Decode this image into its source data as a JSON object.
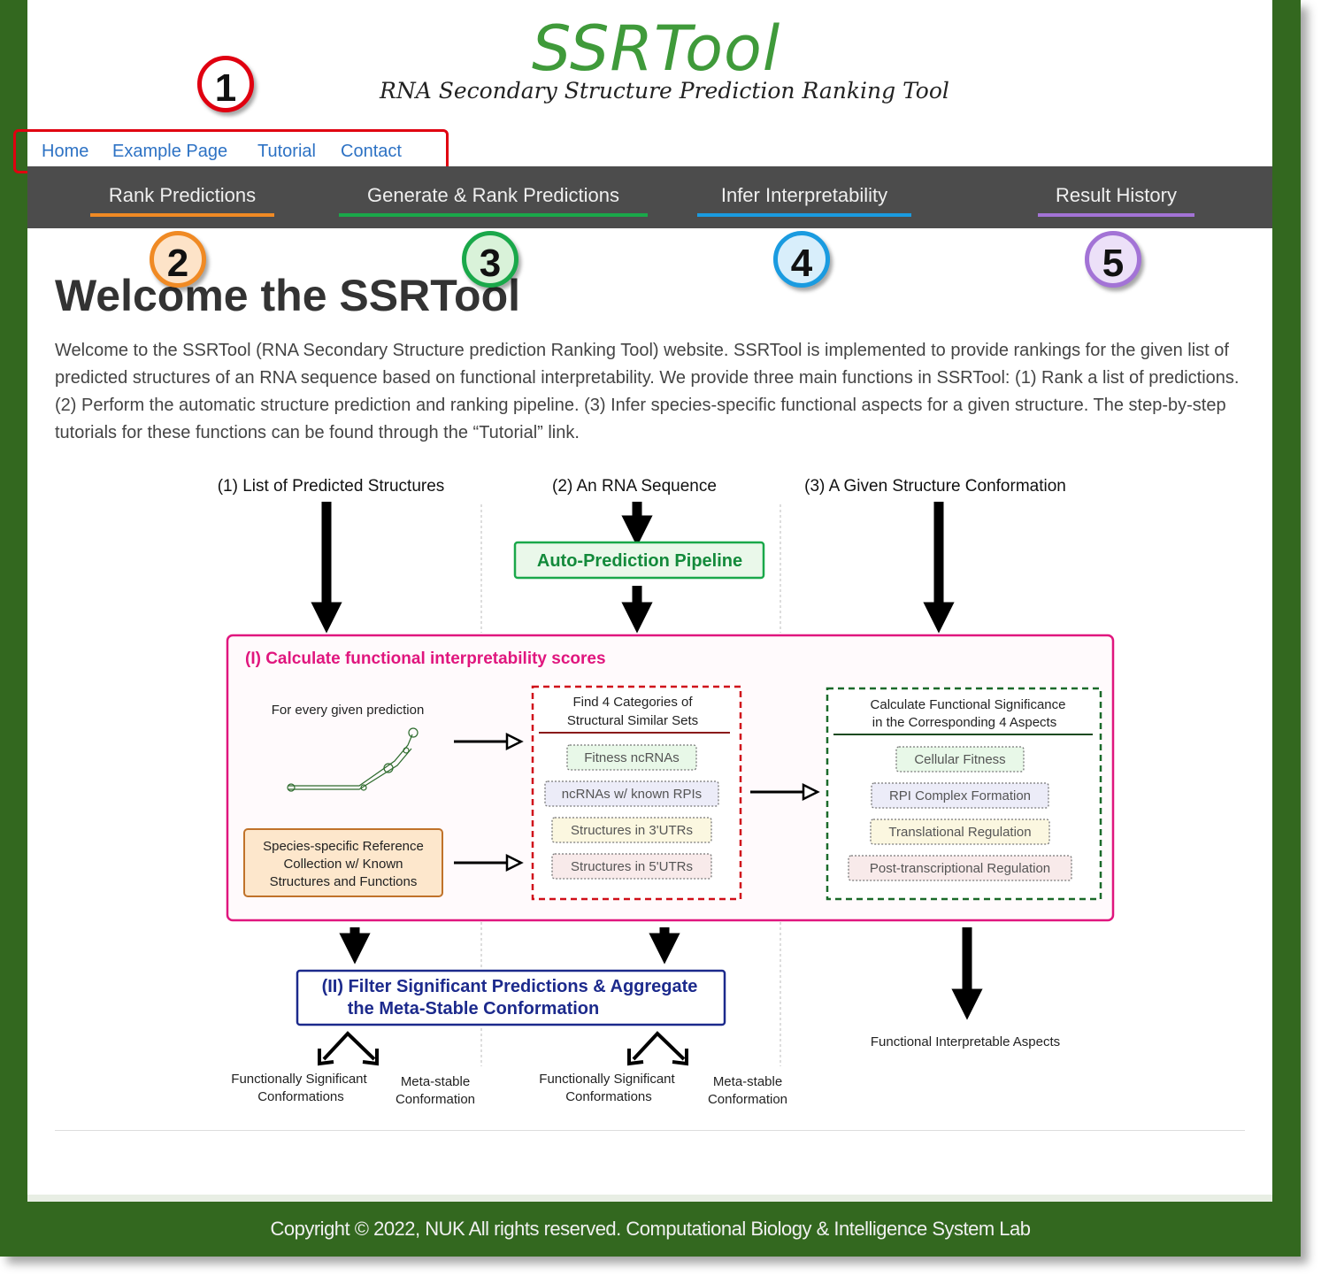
{
  "header": {
    "title": "SSRTool",
    "subtitle": "RNA Secondary Structure Prediction Ranking Tool"
  },
  "top_links": [
    "Home",
    "Example Page",
    "Tutorial",
    "Contact"
  ],
  "nav": {
    "items": [
      {
        "label": "Rank Predictions",
        "color": "#f08a24"
      },
      {
        "label": "Generate & Rank Predictions",
        "color": "#1aa84a"
      },
      {
        "label": "Infer Interpretability",
        "color": "#1a9be0"
      },
      {
        "label": "Result History",
        "color": "#a373d6"
      }
    ]
  },
  "badges": [
    {
      "num": "1",
      "color": "#e00010",
      "fill": "#ffffff"
    },
    {
      "num": "2",
      "color": "#f08a24",
      "fill": "#fde3c8"
    },
    {
      "num": "3",
      "color": "#1aa84a",
      "fill": "#d9f2d9"
    },
    {
      "num": "4",
      "color": "#1a9be0",
      "fill": "#d8eefb"
    },
    {
      "num": "5",
      "color": "#a373d6",
      "fill": "#ece0f8"
    }
  ],
  "main": {
    "heading": "Welcome the SSRTool",
    "intro": "Welcome to the SSRTool (RNA Secondary Structure prediction Ranking Tool) website. SSRTool is implemented to provide rankings for the given list of predicted structures of an RNA sequence based on functional interpretability. We provide three main functions in SSRTool: (1) Rank a list of predictions. (2) Perform the automatic structure prediction and ranking pipeline. (3) Infer species-specific functional aspects for a given structure. The step-by-step tutorials for these functions can be found through the “Tutorial” link."
  },
  "diagram": {
    "inputs": [
      "(1) List of Predicted Structures",
      "(2) An RNA Sequence",
      "(3) A Given Structure Conformation"
    ],
    "pipeline": "Auto-Prediction Pipeline",
    "stage1_title": "(I) Calculate functional interpretability scores",
    "every_prediction": "For every given prediction",
    "reference": [
      "Species-specific Reference",
      "Collection w/ Known",
      "Structures and Functions"
    ],
    "find_title": [
      "Find 4 Categories of",
      "Structural Similar Sets"
    ],
    "categories": [
      {
        "label": "Fitness ncRNAs",
        "fill": "#e8f8e8"
      },
      {
        "label": "ncRNAs w/ known RPIs",
        "fill": "#ececf8"
      },
      {
        "label": "Structures in 3'UTRs",
        "fill": "#fbf7e0"
      },
      {
        "label": "Structures in 5'UTRs",
        "fill": "#f8eaea"
      }
    ],
    "calc_title": [
      "Calculate Functional Significance",
      "in the Corresponding 4 Aspects"
    ],
    "aspects": [
      {
        "label": "Cellular Fitness",
        "fill": "#e8f8e8"
      },
      {
        "label": "RPI Complex Formation",
        "fill": "#ececf8"
      },
      {
        "label": "Translational Regulation",
        "fill": "#fbf7e0"
      },
      {
        "label": "Post-transcriptional Regulation",
        "fill": "#f8eaea"
      }
    ],
    "stage2_title": [
      "(II) Filter Significant Predictions & Aggregate",
      "the Meta-Stable Conformation"
    ],
    "out_sig": [
      "Functionally Significant",
      "Conformations"
    ],
    "out_meta": [
      "Meta-stable",
      "Conformation"
    ],
    "out_func": "Functional Interpretable Aspects"
  },
  "footer": {
    "copyright": "Copyright © 2022, NUK All rights reserved. Computational Biology & Intelligence System Lab"
  }
}
